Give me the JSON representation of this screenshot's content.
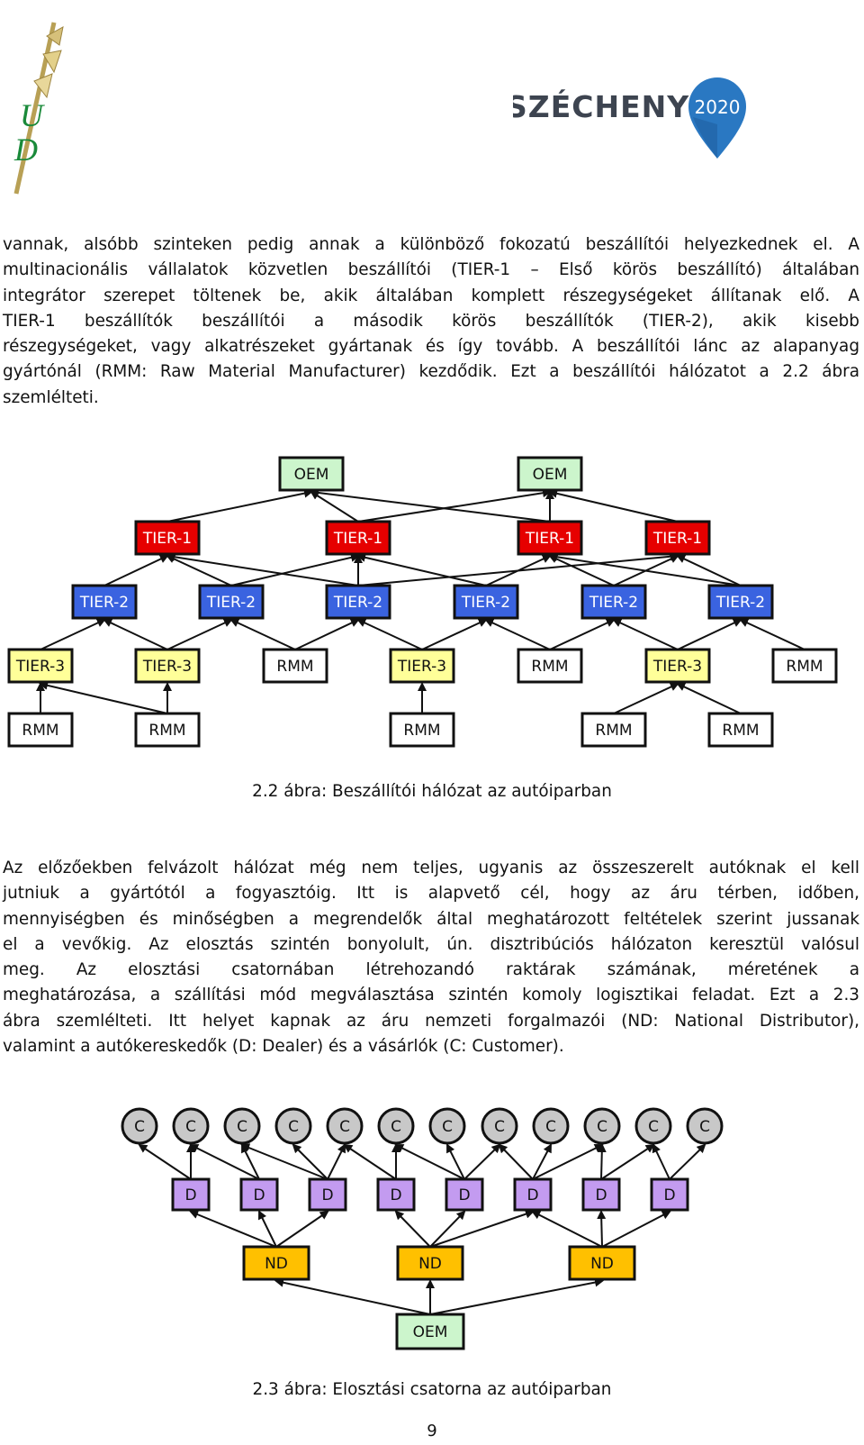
{
  "header": {
    "left_logo": "UD 1538 logo",
    "right_logo_text": "SZÉCHENYI",
    "right_logo_badge": "2020"
  },
  "paragraph1": [
    "vannak, alsóbb szinteken pedig annak a különböző fokozatú beszállítói helyezkednek el. A",
    "multinacionális vállalatok közvetlen beszállítói (TIER-1 – Első körös beszállító) általában",
    "integrátor szerepet töltenek be, akik általában komplett részegységeket állítanak elő. A",
    "TIER-1 beszállítók beszállítói a második körös beszállítók (TIER-2), akik kisebb",
    "részegységeket, vagy alkatrészeket gyártanak és így tovább. A beszállítói lánc az alapanyag",
    "gyártónál (RMM: Raw Material Manufacturer) kezdődik. Ezt a beszállítói hálózatot a 2.2 ábra",
    "szemlélteti."
  ],
  "figure1": {
    "caption": "2.2 ábra: Beszállítói hálózat az autóiparban",
    "oem": [
      "OEM",
      "OEM"
    ],
    "tier1": [
      "TIER-1",
      "TIER-1",
      "TIER-1",
      "TIER-1"
    ],
    "tier2": [
      "TIER-2",
      "TIER-2",
      "TIER-2",
      "TIER-2",
      "TIER-2",
      "TIER-2"
    ],
    "row3": [
      "TIER-3",
      "TIER-3",
      "RMM",
      "TIER-3",
      "RMM",
      "TIER-3",
      "RMM"
    ],
    "row4": [
      "RMM",
      "RMM",
      "RMM",
      "RMM",
      "RMM"
    ],
    "colors": {
      "oem": "#ccf5cc",
      "tier1": "#e60000",
      "tier2": "#3a63e0",
      "tier3": "#ffff99",
      "rmm": "#ffffff"
    }
  },
  "paragraph2": [
    "Az előzőekben felvázolt hálózat még nem teljes, ugyanis az összeszerelt autóknak el kell",
    "jutniuk a gyártótól a fogyasztóig. Itt is alapvető cél, hogy az áru térben, időben,",
    "mennyiségben és minőségben a megrendelők által meghatározott feltételek szerint jussanak",
    "el a vevőkig. Az elosztás szintén bonyolult, ún. disztribúciós hálózaton keresztül valósul",
    "meg. Az elosztási csatornában létrehozandó raktárak számának, méretének a",
    "meghatározása, a szállítási mód megválasztása szintén komoly logisztikai feladat. Ezt a 2.3",
    "ábra szemlélteti. Itt helyet kapnak az áru nemzeti forgalmazói (ND: National Distributor),",
    "valamint a autókereskedők (D: Dealer) és a vásárlók (C: Customer)."
  ],
  "figure2": {
    "caption": "2.3 ábra: Elosztási csatorna az autóiparban",
    "customers": [
      "C",
      "C",
      "C",
      "C",
      "C",
      "C",
      "C",
      "C",
      "C",
      "C",
      "C",
      "C"
    ],
    "dealers": [
      "D",
      "D",
      "D",
      "D",
      "D",
      "D",
      "D",
      "D"
    ],
    "distributors": [
      "ND",
      "ND",
      "ND"
    ],
    "oem": "OEM",
    "colors": {
      "customer": "#c8c8c8",
      "dealer": "#c39bf0",
      "distributor": "#ffc000",
      "oem": "#ccf5cc"
    }
  },
  "page_number": "9"
}
